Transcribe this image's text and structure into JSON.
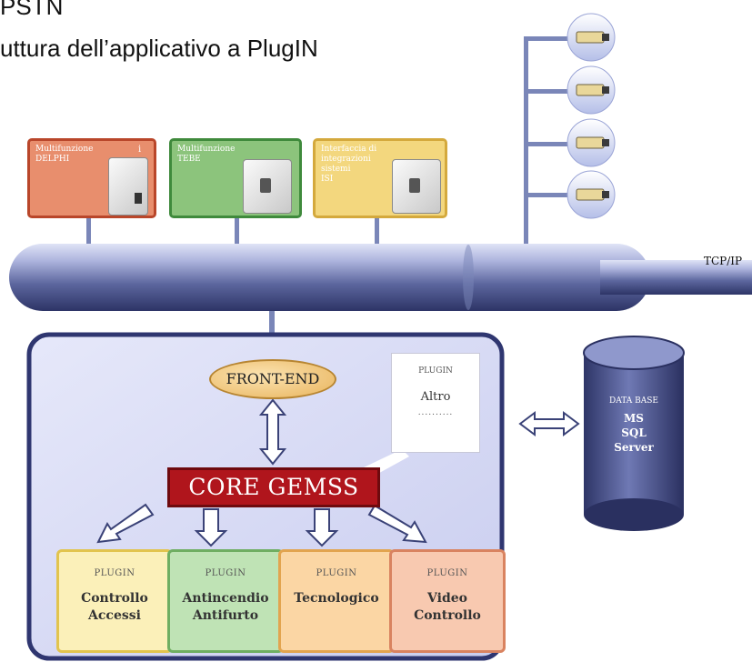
{
  "heading": {
    "line1": "PSTN",
    "line2": "uttura dell’applicativo a PlugIN"
  },
  "devices": [
    {
      "label": "Multifunzione\nDELPHI",
      "badge": "i",
      "color": "#e88e6d"
    },
    {
      "label": "Multifunzione\nTEBE",
      "color": "#8cc47c"
    },
    {
      "label": "Interfaccia di\nintegrazioni\nsistemi\nISI",
      "color": "#f3d77e"
    }
  ],
  "network_label": "TCP/IP",
  "front_end": "FRONT-END",
  "core": "CORE GEMSS",
  "plugin_note": {
    "header": "PLUGIN",
    "name": "Altro",
    "dots": ".........."
  },
  "database": {
    "header": "DATA BASE",
    "line1": "MS",
    "line2": "SQL",
    "line3": "Server"
  },
  "plugins": [
    {
      "header": "PLUGIN",
      "name": "Controllo\nAccessi",
      "bg": "#fbf0b9",
      "border": "#e2c44e"
    },
    {
      "header": "PLUGIN",
      "name": "Antincendio\nAntifurto",
      "bg": "#bfe3b5",
      "border": "#6fae62"
    },
    {
      "header": "PLUGIN",
      "name": "Tecnologico",
      "bg": "#fbd6a4",
      "border": "#e2a44f"
    },
    {
      "header": "PLUGIN",
      "name": "Video\nControllo",
      "bg": "#f8c9b0",
      "border": "#d98360"
    }
  ]
}
